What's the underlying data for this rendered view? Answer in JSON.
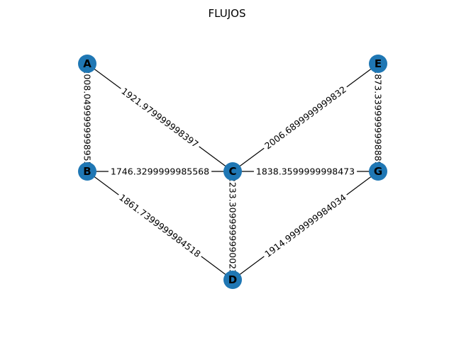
{
  "title": "FLUJOS",
  "colors": {
    "node": "#1f77b4",
    "edge": "#000000",
    "text": "#000000",
    "background": "#ffffff"
  },
  "nodes": [
    {
      "id": "A",
      "label": "A"
    },
    {
      "id": "B",
      "label": "B"
    },
    {
      "id": "C",
      "label": "C"
    },
    {
      "id": "D",
      "label": "D"
    },
    {
      "id": "E",
      "label": "E"
    },
    {
      "id": "G",
      "label": "G"
    }
  ],
  "edges": [
    {
      "from": "A",
      "to": "B",
      "label": "2008.0499999998955"
    },
    {
      "from": "A",
      "to": "C",
      "label": "1921.979999998397"
    },
    {
      "from": "B",
      "to": "C",
      "label": "1746.3299999985568"
    },
    {
      "from": "B",
      "to": "D",
      "label": "1861.7399999984518"
    },
    {
      "from": "C",
      "to": "D",
      "label": "2233.3099999990023"
    },
    {
      "from": "C",
      "to": "E",
      "label": "2006.6899999999832"
    },
    {
      "from": "C",
      "to": "G",
      "label": "1838.3599999998473"
    },
    {
      "from": "E",
      "to": "G",
      "label": "1873.3399999998889"
    },
    {
      "from": "D",
      "to": "G",
      "label": "1914.9999999984034"
    }
  ]
}
